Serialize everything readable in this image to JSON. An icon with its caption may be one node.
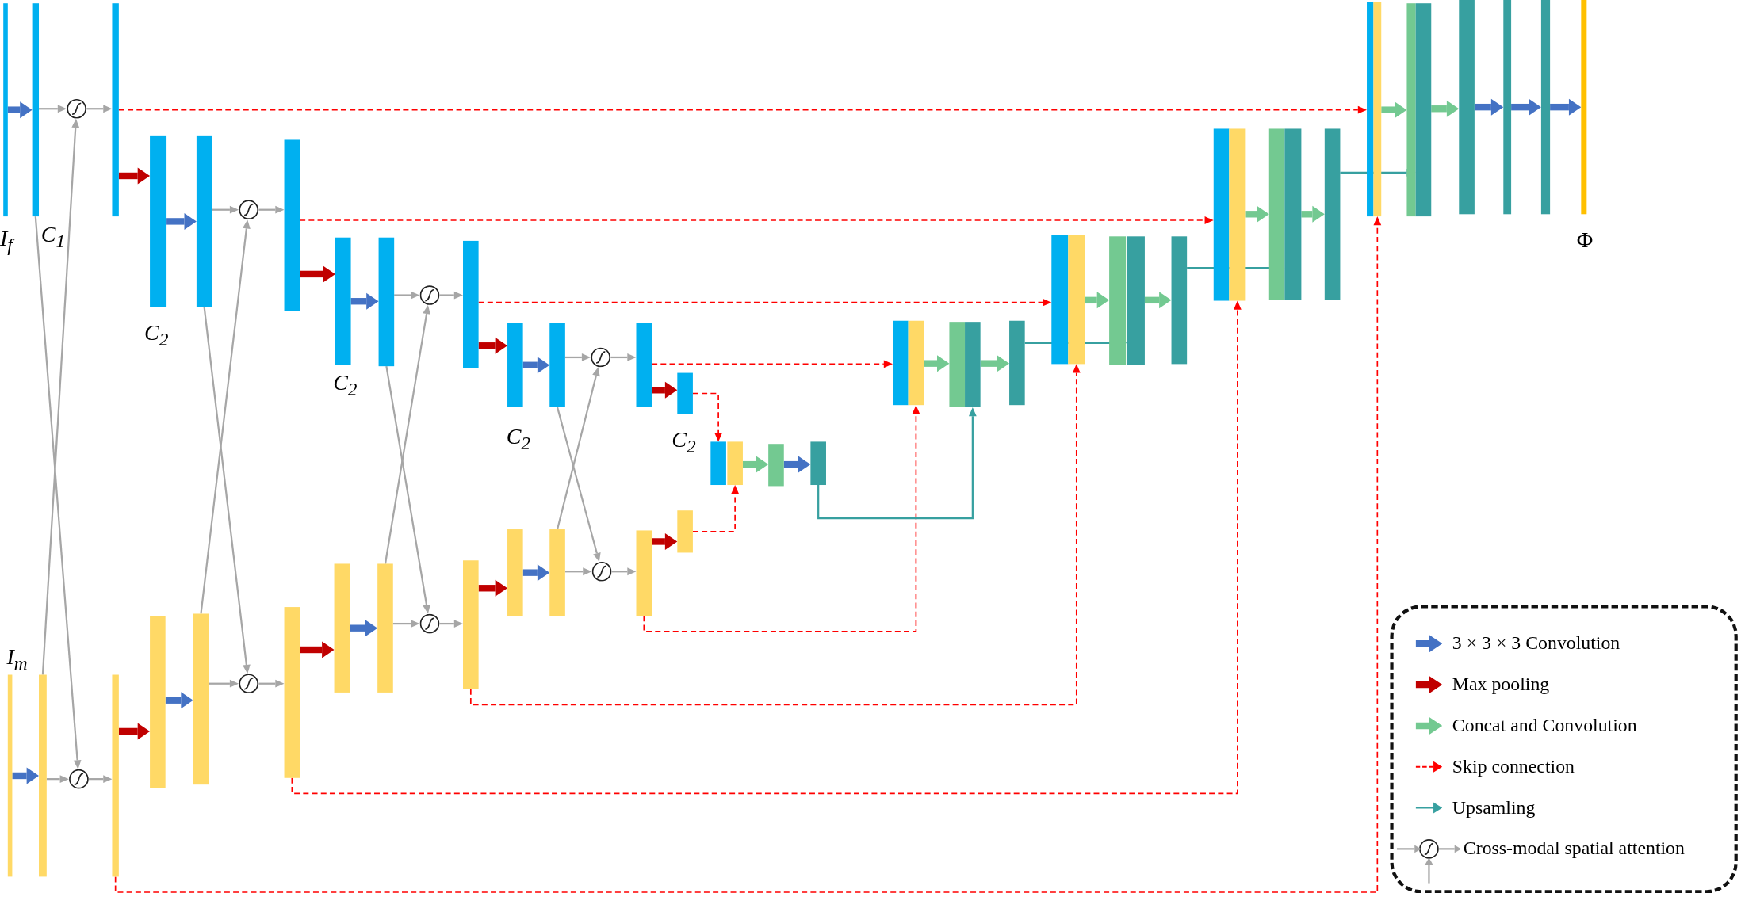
{
  "diagram": {
    "nodes": [
      {
        "text": [],
        "shape": "bar",
        "beside": [
          "I$_{f}$"
        ]
      },
      {
        "text": [],
        "shape": "bar",
        "beside": [
          "C$_{1}$"
        ]
      },
      {
        "text": [],
        "shape": "circle"
      },
      {
        "text": [],
        "shape": "bar"
      },
      {
        "text": [],
        "shape": "bar",
        "beside": [
          "C$_{2}$"
        ]
      },
      {
        "text": [],
        "shape": "bar"
      },
      {
        "text": [],
        "shape": "circle"
      },
      {
        "text": [],
        "shape": "bar"
      },
      {
        "text": [],
        "shape": "bar",
        "beside": [
          "C$_{2}$"
        ]
      },
      {
        "text": [],
        "shape": "bar"
      },
      {
        "text": [],
        "shape": "circle"
      },
      {
        "text": [],
        "shape": "bar"
      },
      {
        "text": [],
        "shape": "bar",
        "beside": [
          "C$_{2}$"
        ]
      },
      {
        "text": [],
        "shape": "bar"
      },
      {
        "text": [],
        "shape": "circle"
      },
      {
        "text": [],
        "shape": "bar"
      },
      {
        "text": [],
        "shape": "bar",
        "beside": [
          "C$_{2}$"
        ]
      },
      {
        "text": [],
        "shape": "bar",
        "beside": [
          "I$_{m}$"
        ]
      },
      {
        "text": [],
        "shape": "bar"
      },
      {
        "text": [],
        "shape": "circle"
      },
      {
        "text": [],
        "shape": "bar"
      },
      {
        "text": [],
        "shape": "bar"
      },
      {
        "text": [],
        "shape": "bar"
      },
      {
        "text": [],
        "shape": "circle"
      },
      {
        "text": [],
        "shape": "bar"
      },
      {
        "text": [],
        "shape": "bar"
      },
      {
        "text": [],
        "shape": "bar"
      },
      {
        "text": [],
        "shape": "circle"
      },
      {
        "text": [],
        "shape": "bar"
      },
      {
        "text": [],
        "shape": "bar"
      },
      {
        "text": [],
        "shape": "bar"
      },
      {
        "text": [],
        "shape": "circle"
      },
      {
        "text": [],
        "shape": "bar"
      },
      {
        "text": [],
        "shape": "bar"
      },
      {
        "text": [],
        "shape": "bar"
      },
      {
        "text": [],
        "shape": "bar"
      },
      {
        "text": [],
        "shape": "bar"
      },
      {
        "text": [],
        "shape": "bar"
      },
      {
        "text": [],
        "shape": "bar"
      },
      {
        "text": [],
        "shape": "bar"
      },
      {
        "text": [],
        "shape": "bar"
      },
      {
        "text": [],
        "shape": "bar"
      },
      {
        "text": [],
        "shape": "bar"
      },
      {
        "text": [],
        "shape": "bar"
      },
      {
        "text": [],
        "shape": "bar"
      },
      {
        "text": [],
        "shape": "bar"
      },
      {
        "text": [],
        "shape": "bar"
      },
      {
        "text": [],
        "shape": "bar"
      },
      {
        "text": [],
        "shape": "bar"
      },
      {
        "text": [],
        "shape": "bar"
      },
      {
        "text": [],
        "shape": "bar"
      },
      {
        "text": [],
        "shape": "bar"
      },
      {
        "text": [],
        "shape": "bar"
      },
      {
        "text": [],
        "shape": "bar"
      },
      {
        "text": [],
        "shape": "bar"
      },
      {
        "text": [],
        "shape": "bar"
      },
      {
        "text": [],
        "shape": "bar"
      },
      {
        "text": [],
        "shape": "bar"
      },
      {
        "text": [],
        "shape": "bar"
      },
      {
        "text": [],
        "shape": "bar"
      },
      {
        "text": [],
        "shape": "bar",
        "beside": [
          "Φ"
        ]
      }
    ],
    "edges": [
      {
        "from": 0,
        "to": 1,
        "arrow": "to",
        "style": "thick",
        "color": "#4472c4"
      },
      {
        "from": 1,
        "to": 2,
        "arrow": "to"
      },
      {
        "from": 2,
        "to": 3,
        "arrow": "to"
      },
      {
        "from": 3,
        "to": 4,
        "arrow": "to",
        "style": "thick",
        "color": "#c00000"
      },
      {
        "from": 4,
        "to": 5,
        "arrow": "to",
        "style": "thick",
        "color": "#4472c4"
      },
      {
        "from": 5,
        "to": 6,
        "arrow": "to"
      },
      {
        "from": 6,
        "to": 7,
        "arrow": "to"
      },
      {
        "from": 7,
        "to": 8,
        "arrow": "to",
        "style": "thick",
        "color": "#c00000"
      },
      {
        "from": 8,
        "to": 9,
        "arrow": "to",
        "style": "thick",
        "color": "#4472c4"
      },
      {
        "from": 9,
        "to": 10,
        "arrow": "to"
      },
      {
        "from": 10,
        "to": 11,
        "arrow": "to"
      },
      {
        "from": 11,
        "to": 12,
        "arrow": "to",
        "style": "thick",
        "color": "#c00000"
      },
      {
        "from": 12,
        "to": 13,
        "arrow": "to",
        "style": "thick",
        "color": "#4472c4"
      },
      {
        "from": 13,
        "to": 14,
        "arrow": "to"
      },
      {
        "from": 14,
        "to": 15,
        "arrow": "to"
      },
      {
        "from": 15,
        "to": 16,
        "arrow": "to",
        "style": "thick",
        "color": "#c00000"
      },
      {
        "from": 17,
        "to": 18,
        "arrow": "to",
        "style": "thick",
        "color": "#4472c4"
      },
      {
        "from": 18,
        "to": 19,
        "arrow": "to"
      },
      {
        "from": 19,
        "to": 20,
        "arrow": "to"
      },
      {
        "from": 20,
        "to": 21,
        "arrow": "to",
        "style": "thick",
        "color": "#c00000"
      },
      {
        "from": 21,
        "to": 22,
        "arrow": "to",
        "style": "thick",
        "color": "#4472c4"
      },
      {
        "from": 22,
        "to": 23,
        "arrow": "to"
      },
      {
        "from": 23,
        "to": 24,
        "arrow": "to"
      },
      {
        "from": 24,
        "to": 25,
        "arrow": "to",
        "style": "thick",
        "color": "#c00000"
      },
      {
        "from": 25,
        "to": 26,
        "arrow": "to",
        "style": "thick",
        "color": "#4472c4"
      },
      {
        "from": 26,
        "to": 27,
        "arrow": "to"
      },
      {
        "from": 27,
        "to": 28,
        "arrow": "to"
      },
      {
        "from": 28,
        "to": 29,
        "arrow": "to",
        "style": "thick",
        "color": "#c00000"
      },
      {
        "from": 29,
        "to": 30,
        "arrow": "to",
        "style": "thick",
        "color": "#4472c4"
      },
      {
        "from": 30,
        "to": 31,
        "arrow": "to"
      },
      {
        "from": 31,
        "to": 32,
        "arrow": "to"
      },
      {
        "from": 32,
        "to": 33,
        "arrow": "to",
        "style": "thick",
        "color": "#c00000"
      },
      {
        "from": 1,
        "to": 19,
        "arrow": "to"
      },
      {
        "from": 18,
        "to": 2,
        "arrow": "to"
      },
      {
        "from": 5,
        "to": 23,
        "arrow": "to"
      },
      {
        "from": 22,
        "to": 6,
        "arrow": "to"
      },
      {
        "from": 9,
        "to": 27,
        "arrow": "to"
      },
      {
        "from": 26,
        "to": 10,
        "arrow": "to"
      },
      {
        "from": 13,
        "to": 31,
        "arrow": "to"
      },
      {
        "from": 30,
        "to": 14,
        "arrow": "to"
      },
      {
        "from": 35,
        "to": 36,
        "arrow": "to",
        "style": "thick",
        "color": "#73c991"
      },
      {
        "from": 36,
        "to": 37,
        "arrow": "to",
        "style": "thick",
        "color": "#4472c4"
      },
      {
        "from": 16,
        "to": 34,
        "arrow": "to",
        "style": "dashed",
        "color": "#ff0000"
      },
      {
        "from": 33,
        "to": 35,
        "arrow": "to",
        "style": "dashed",
        "color": "#ff0000"
      },
      {
        "from": 15,
        "to": 38,
        "arrow": "to",
        "style": "dashed",
        "color": "#ff0000"
      },
      {
        "from": 32,
        "to": 39,
        "arrow": "to",
        "style": "dashed",
        "color": "#ff0000"
      },
      {
        "from": 11,
        "to": 43,
        "arrow": "to",
        "style": "dashed",
        "color": "#ff0000"
      },
      {
        "from": 28,
        "to": 44,
        "arrow": "to",
        "style": "dashed",
        "color": "#ff0000"
      },
      {
        "from": 7,
        "to": 48,
        "arrow": "to",
        "style": "dashed",
        "color": "#ff0000"
      },
      {
        "from": 24,
        "to": 49,
        "arrow": "to",
        "style": "dashed",
        "color": "#ff0000"
      },
      {
        "from": 3,
        "to": 53,
        "arrow": "to",
        "style": "dashed",
        "color": "#ff0000"
      },
      {
        "from": 20,
        "to": 54,
        "arrow": "to",
        "style": "dashed",
        "color": "#ff0000"
      },
      {
        "from": 37,
        "to": 41,
        "arrow": "to",
        "color": "#37a0a0"
      },
      {
        "from": 42,
        "to": 46,
        "arrow": "to",
        "color": "#37a0a0"
      },
      {
        "from": 47,
        "to": 51,
        "arrow": "to",
        "color": "#37a0a0"
      },
      {
        "from": 52,
        "to": 56,
        "arrow": "to",
        "color": "#37a0a0"
      },
      {
        "from": 39,
        "to": 40,
        "arrow": "to",
        "style": "thick",
        "color": "#73c991"
      },
      {
        "from": 41,
        "to": 42,
        "arrow": "to",
        "style": "thick",
        "color": "#73c991"
      },
      {
        "from": 44,
        "to": 45,
        "arrow": "to",
        "style": "thick",
        "color": "#73c991"
      },
      {
        "from": 46,
        "to": 47,
        "arrow": "to",
        "style": "thick",
        "color": "#73c991"
      },
      {
        "from": 49,
        "to": 50,
        "arrow": "to",
        "style": "thick",
        "color": "#73c991"
      },
      {
        "from": 51,
        "to": 52,
        "arrow": "to",
        "style": "thick",
        "color": "#73c991"
      },
      {
        "from": 54,
        "to": 55,
        "arrow": "to",
        "style": "thick",
        "color": "#73c991"
      },
      {
        "from": 56,
        "to": 57,
        "arrow": "to",
        "style": "thick",
        "color": "#73c991"
      },
      {
        "from": 57,
        "to": 58,
        "arrow": "to",
        "style": "thick",
        "color": "#4472c4"
      },
      {
        "from": 58,
        "to": 59,
        "arrow": "to",
        "style": "thick",
        "color": "#4472c4"
      },
      {
        "from": 59,
        "to": 60,
        "arrow": "to",
        "style": "thick",
        "color": "#4472c4"
      }
    ],
    "legend": [
      {
        "text": "3 × 3 × 3 Convolution"
      },
      {
        "text": "Max pooling"
      },
      {
        "text": "Concat and Convolution"
      },
      {
        "text": "Skip connection"
      },
      {
        "text": "Upsamling"
      },
      {
        "text": "Cross-modal spatial attention"
      }
    ]
  }
}
